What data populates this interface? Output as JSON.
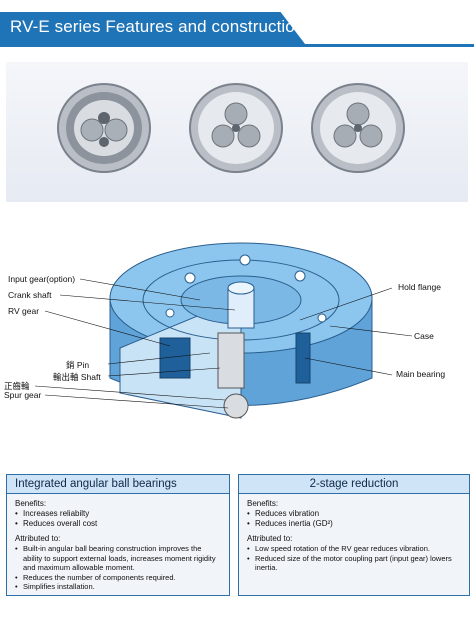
{
  "header": {
    "title": "RV-E series Features and construction"
  },
  "diagram": {
    "labels_left": [
      "Input gear(option)",
      "Crank shaft",
      "RV gear",
      "銷 Pin",
      "輸出軸 Shaft",
      "正齒輪",
      "Spur gear"
    ],
    "labels_right": [
      "Hold flange",
      "Case",
      "Main bearing"
    ]
  },
  "box_left": {
    "title": "Integrated angular ball bearings",
    "benefits_label": "Benefits:",
    "benefits": [
      "Increases reliabilty",
      "Reduces overall cost"
    ],
    "attributed_label": "Attributed to:",
    "attributed": [
      "Built-in angular ball bearing construction improves the ability to support external loads, increases moment rigidity and maximum allowable moment.",
      "Reduces the number of components required.",
      "Simplifies installation."
    ]
  },
  "box_right": {
    "title": "2-stage reduction",
    "benefits_label": "Benefits:",
    "benefits": [
      "Reduces vibration",
      "Reduces inertia (GD²)"
    ],
    "attributed_label": "Attributed to:",
    "attributed": [
      "Low speed rotation of the RV gear reduces vibration.",
      "Reduced size of the motor coupling part (input gear) lowers inertia."
    ]
  }
}
